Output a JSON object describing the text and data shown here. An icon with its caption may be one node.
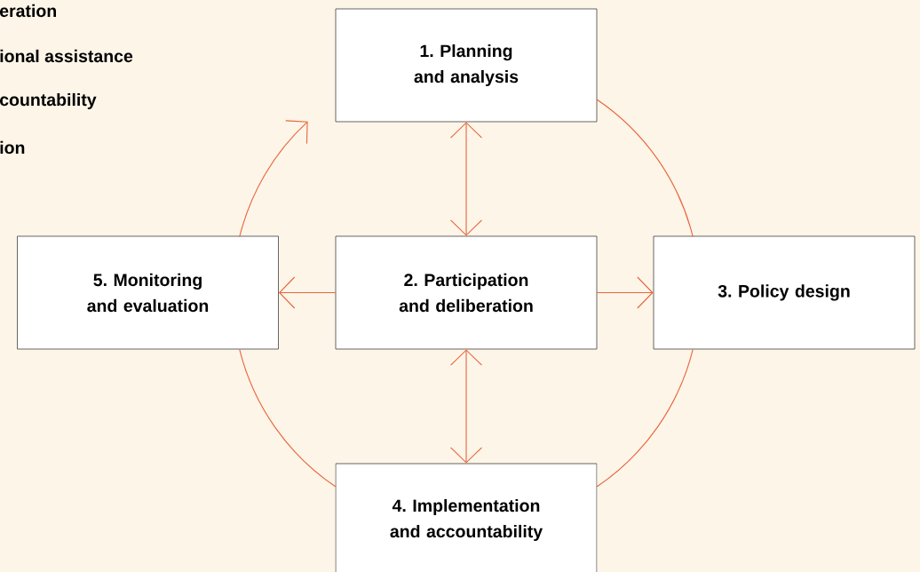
{
  "diagram": {
    "nodes": [
      {
        "text": [
          "1. Planning and analysis"
        ]
      },
      {
        "text": [
          "2. Participation and deliberation"
        ]
      },
      {
        "text": [
          "3. Policy design"
        ]
      },
      {
        "text": [
          "4. Implementation and accountability"
        ]
      },
      {
        "text": [
          "5. Monitoring and evaluation"
        ]
      }
    ],
    "edges": [
      {
        "from": 0,
        "to": 1,
        "arrow": "both"
      },
      {
        "from": 1,
        "to": 2,
        "arrow": "to"
      },
      {
        "from": 1,
        "to": 3,
        "arrow": "both"
      },
      {
        "from": 1,
        "to": 4,
        "arrow": "to"
      },
      {
        "from": 0,
        "to": 2,
        "arrow": "none"
      },
      {
        "from": 2,
        "to": 3,
        "arrow": "none"
      },
      {
        "from": 3,
        "to": 4,
        "arrow": "none"
      },
      {
        "from": 4,
        "to": null,
        "arrow": "to"
      }
    ],
    "labels": [
      "eration",
      "ional assistance",
      "countability",
      "ion"
    ]
  }
}
